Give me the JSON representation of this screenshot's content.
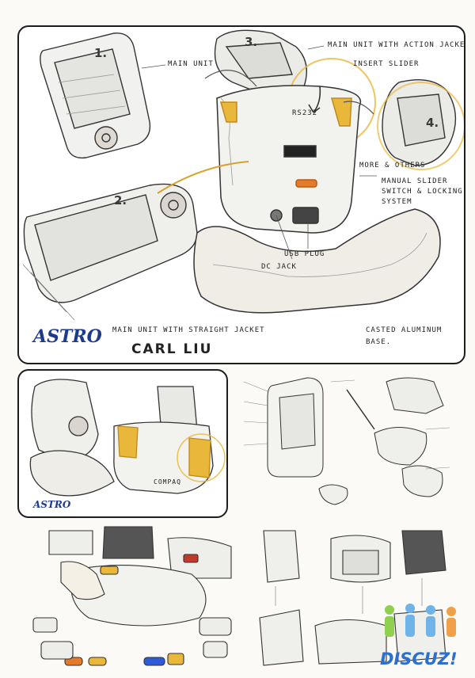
{
  "main_panel": {
    "numbers": [
      "1.",
      "2.",
      "3.",
      "4."
    ],
    "labels": {
      "main_unit": "MAIN UNIT",
      "action_jacket": "MAIN UNIT WITH ACTION JACKET",
      "insert_slider": "INSERT SLIDER",
      "rs232": "RS232",
      "more_others": "MORE & OTHERS",
      "manual_slider": "MANUAL SLIDER",
      "switch_locking": "SWITCH & LOCKING",
      "system": "SYSTEM",
      "usb_plug": "USB PLUG",
      "dc_jack": "DC JACK",
      "straight_jacket": "MAIN UNIT WITH STRAIGHT JACKET",
      "casted": "CASTED ALUMINUM",
      "base": "BASE."
    },
    "logo": "ASTRO",
    "signature": "CARL LIU"
  },
  "second_panel": {
    "logo": "ASTRO",
    "brand_text": "COMPAQ"
  },
  "watermark": "DISCUZ!",
  "colors": {
    "accent_yellow": "#e9b73a",
    "accent_orange": "#e57a2a",
    "logo_blue": "#1e3a8a",
    "discuz_blue": "#2b6fd1"
  }
}
